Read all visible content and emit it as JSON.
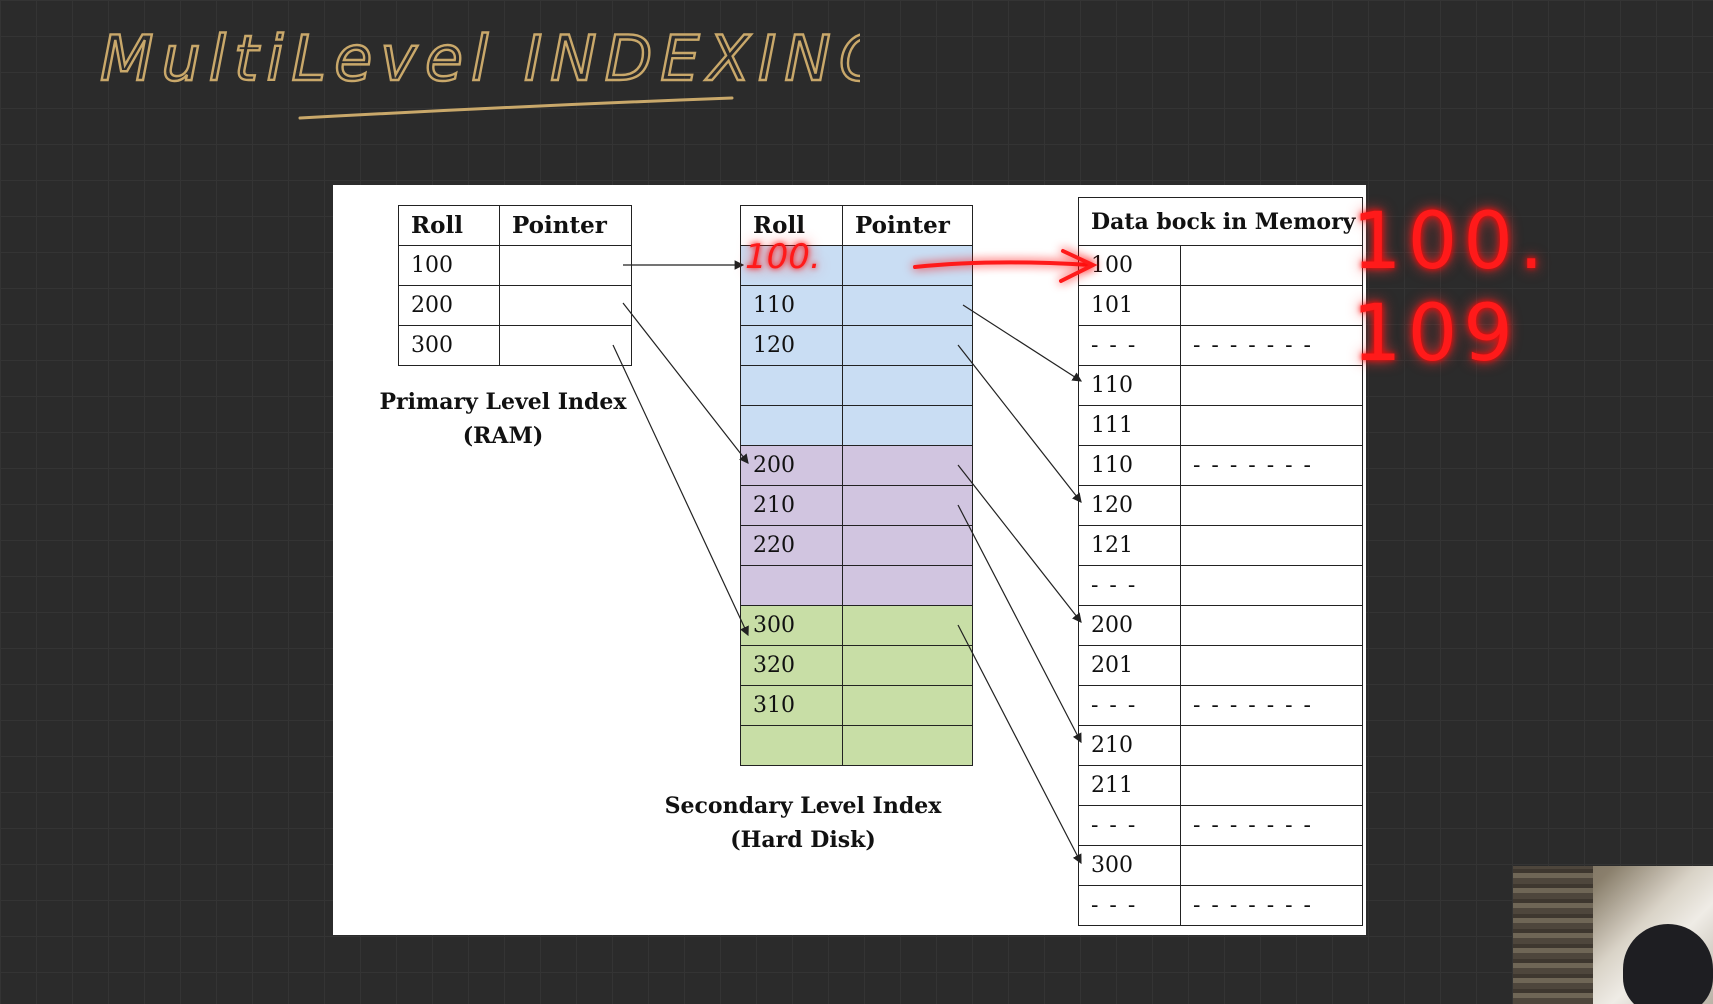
{
  "handwritten_title": "MultiLevel INDEXING",
  "primary_index": {
    "headers": [
      "Roll",
      "Pointer"
    ],
    "rows": [
      "100",
      "200",
      "300"
    ],
    "caption_line1": "Primary Level Index",
    "caption_line2": "(RAM)"
  },
  "secondary_index": {
    "headers": [
      "Roll",
      "Pointer"
    ],
    "rows": [
      "100",
      "110",
      "120",
      "",
      "",
      "200",
      "210",
      "220",
      "",
      "300",
      "320",
      "310",
      ""
    ],
    "caption_line1": "Secondary Level Index",
    "caption_line2": "(Hard Disk)"
  },
  "data_block": {
    "header": "Data bock in Memory",
    "rows": [
      "100",
      "101",
      "- - -",
      "110",
      "111",
      "110",
      "120",
      "121",
      "- - -",
      "200",
      "201",
      "- - -",
      "210",
      "211",
      "- - -",
      "300",
      "- - -"
    ],
    "right_cells": [
      "",
      "",
      "- - - - - - -",
      "",
      "",
      "- - - - - - -",
      "",
      "",
      "",
      "",
      "",
      "- - - - - - -",
      "",
      "",
      "- - - - - - -",
      "",
      "- - - - - - -"
    ]
  },
  "annotations": {
    "secondary_first_row_overwrite": "100.",
    "red_note_line1": "100.",
    "red_note_line2": "109"
  },
  "colors": {
    "background": "#2b2b2b",
    "title_ink": "#c9a86a",
    "annotation_red": "#ff1a1a",
    "secondary_blue": "#c9ddf3",
    "secondary_purple": "#d1c5e0",
    "secondary_green": "#c8dea6"
  }
}
